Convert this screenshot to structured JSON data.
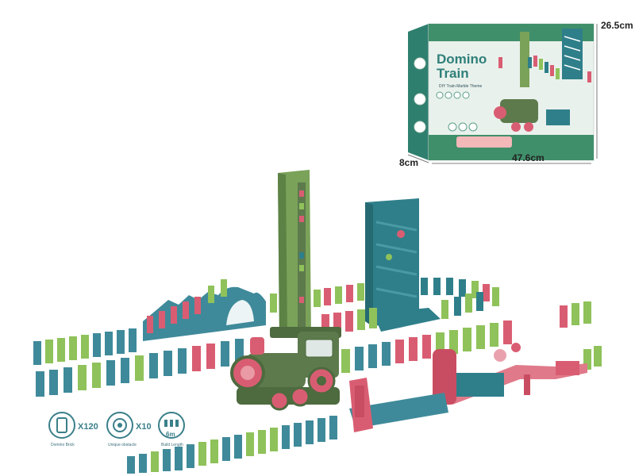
{
  "package": {
    "title_line1": "Domino",
    "title_line2": "Train",
    "subtitle": "DIY Train Marble Theme"
  },
  "dimensions": {
    "height": "26.5cm",
    "depth": "8cm",
    "width": "47.6cm"
  },
  "features": [
    {
      "label": "X120",
      "caption": "Domino Brick",
      "icon": "domino-brick-icon"
    },
    {
      "label": "X10",
      "caption": "Unique obstacle",
      "icon": "gear-obstacle-icon"
    },
    {
      "label": "6m",
      "caption": "Build Length",
      "icon": "build-length-icon"
    }
  ],
  "colors": {
    "teal": "#2f7f8a",
    "green": "#8fc25a",
    "pink": "#d95d72",
    "train_green": "#5d7a4c",
    "box_bg": "#e9f1ec"
  }
}
